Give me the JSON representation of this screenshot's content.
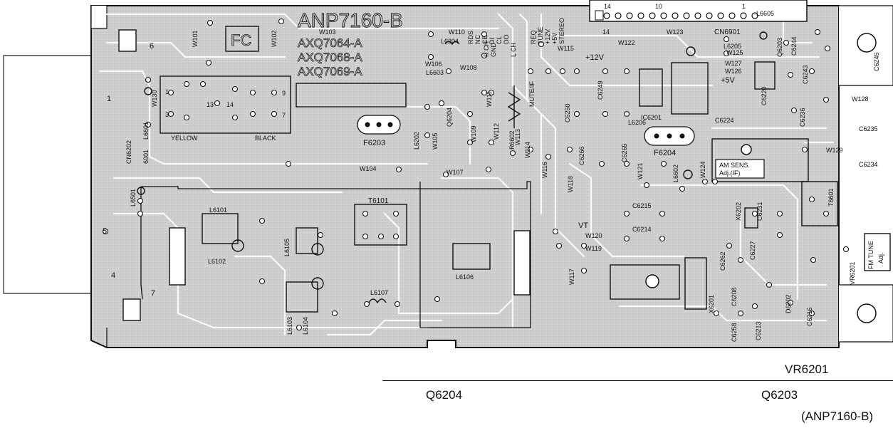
{
  "board": {
    "board_id": "ANP7160-B",
    "part_numbers": [
      "AXQ7064-A",
      "AXQ7068-A",
      "AXQ7069-A"
    ],
    "mark": "FC",
    "connector_name": "CN6901",
    "connector_pins": [
      "14",
      "10",
      "1"
    ],
    "pin_signals": [
      "RDS",
      "NC",
      "CE",
      "DI",
      "CL",
      "DO",
      "R CH",
      "GND",
      "L CH",
      "REQ",
      "TUNE",
      "+12V",
      "+5V",
      "STEREO"
    ],
    "labels": [
      {
        "id": "w103",
        "text": "W103"
      },
      {
        "id": "w101",
        "text": "W101"
      },
      {
        "id": "w102",
        "text": "W102"
      },
      {
        "id": "w110",
        "text": "W110"
      },
      {
        "id": "l6204",
        "text": "L6204"
      },
      {
        "id": "w106",
        "text": "W106"
      },
      {
        "id": "w108",
        "text": "W108"
      },
      {
        "id": "l6603",
        "text": "L6603"
      },
      {
        "id": "mute",
        "text": "MUTE/IF"
      },
      {
        "id": "w115",
        "text": "W115"
      },
      {
        "id": "w122",
        "text": "W122"
      },
      {
        "id": "w123",
        "text": "W123"
      },
      {
        "id": "n14",
        "text": "14"
      },
      {
        "id": "plus12v",
        "text": "+12V"
      },
      {
        "id": "plus5v",
        "text": "+5V"
      },
      {
        "id": "l6605",
        "text": "L6605"
      },
      {
        "id": "q6203",
        "text": "Q6203"
      },
      {
        "id": "c6244",
        "text": "C6244"
      },
      {
        "id": "l6205",
        "text": "L6205"
      },
      {
        "id": "w125",
        "text": "W125"
      },
      {
        "id": "w127",
        "text": "W127"
      },
      {
        "id": "w126",
        "text": "W126"
      },
      {
        "id": "c6245",
        "text": "C6245"
      },
      {
        "id": "c6243",
        "text": "C6243"
      },
      {
        "id": "w128",
        "text": "W128"
      },
      {
        "id": "c6220",
        "text": "C6220"
      },
      {
        "id": "c6236",
        "text": "C6236"
      },
      {
        "id": "c6235",
        "text": "C6235"
      },
      {
        "id": "w129",
        "text": "W129"
      },
      {
        "id": "c6234",
        "text": "C6234"
      },
      {
        "id": "t6601",
        "text": "T6601"
      },
      {
        "id": "q6204",
        "text": "Q6204"
      },
      {
        "id": "c6249",
        "text": "C6249"
      },
      {
        "id": "c6250",
        "text": "C6250"
      },
      {
        "id": "ic6201",
        "text": "IC6201"
      },
      {
        "id": "l6206",
        "text": "L6206"
      },
      {
        "id": "c6224",
        "text": "C6224"
      },
      {
        "id": "f6204",
        "text": "F6204"
      },
      {
        "id": "c6265",
        "text": "C6265"
      },
      {
        "id": "c6266",
        "text": "C6266"
      },
      {
        "id": "am_sens",
        "text": "AM SENS."
      },
      {
        "id": "am_adj",
        "text": "Adj.(IF)"
      },
      {
        "id": "l6602",
        "text": "L6602"
      },
      {
        "id": "w121",
        "text": "W121"
      },
      {
        "id": "w124",
        "text": "W124"
      },
      {
        "id": "w118",
        "text": "W118"
      },
      {
        "id": "w116",
        "text": "W116"
      },
      {
        "id": "w114",
        "text": "W114"
      },
      {
        "id": "w113",
        "text": "W113"
      },
      {
        "id": "w112",
        "text": "W112"
      },
      {
        "id": "w111",
        "text": "W111"
      },
      {
        "id": "r6602",
        "text": "R6602"
      },
      {
        "id": "w109",
        "text": "W109"
      },
      {
        "id": "w105",
        "text": "W105"
      },
      {
        "id": "l6202",
        "text": "L6202"
      },
      {
        "id": "f6203",
        "text": "F6203"
      },
      {
        "id": "l6601",
        "text": "L6601"
      },
      {
        "id": "w130",
        "text": "W130"
      },
      {
        "id": "n13",
        "text": "13"
      },
      {
        "id": "n14b",
        "text": "14"
      },
      {
        "id": "n9",
        "text": "9"
      },
      {
        "id": "n7",
        "text": "7"
      },
      {
        "id": "n1",
        "text": "1"
      },
      {
        "id": "n3",
        "text": "3"
      },
      {
        "id": "yellow",
        "text": "YELLOW"
      },
      {
        "id": "black",
        "text": "BLACK"
      },
      {
        "id": "cn6001",
        "text": "6001"
      },
      {
        "id": "cn6202",
        "text": "CN6202"
      },
      {
        "id": "w104",
        "text": "W104"
      },
      {
        "id": "w107",
        "text": "W107"
      },
      {
        "id": "t6101",
        "text": "T6101"
      },
      {
        "id": "l6501",
        "text": "L6501"
      },
      {
        "id": "l6101",
        "text": "L6101"
      },
      {
        "id": "l6102",
        "text": "L6102"
      },
      {
        "id": "l6105",
        "text": "L6105"
      },
      {
        "id": "l6106",
        "text": "L6106"
      },
      {
        "id": "l6107",
        "text": "L6107"
      },
      {
        "id": "l6103",
        "text": "L6103"
      },
      {
        "id": "l6104",
        "text": "L6104"
      },
      {
        "id": "vt",
        "text": "VT"
      },
      {
        "id": "w120",
        "text": "W120"
      },
      {
        "id": "w119",
        "text": "W119"
      },
      {
        "id": "w117",
        "text": "W117"
      },
      {
        "id": "c6215",
        "text": "C6215"
      },
      {
        "id": "c6214",
        "text": "C6214"
      },
      {
        "id": "x6202",
        "text": "X6202"
      },
      {
        "id": "c6231",
        "text": "C6231"
      },
      {
        "id": "c6227",
        "text": "C6227"
      },
      {
        "id": "c6262",
        "text": "C6262"
      },
      {
        "id": "x6201",
        "text": "X6201"
      },
      {
        "id": "c6208",
        "text": "C6208"
      },
      {
        "id": "d6202",
        "text": "D6202"
      },
      {
        "id": "c6213",
        "text": "C6213"
      },
      {
        "id": "c6216",
        "text": "C6216"
      },
      {
        "id": "c6258",
        "text": "C6258"
      },
      {
        "id": "vr6201",
        "text": "VR6201"
      },
      {
        "id": "fm_tune",
        "text": "FM TUNE"
      },
      {
        "id": "fm_adj",
        "text": "Adj."
      },
      {
        "id": "side1",
        "text": "1"
      },
      {
        "id": "side4",
        "text": "4"
      },
      {
        "id": "side5",
        "text": "5"
      },
      {
        "id": "side6",
        "text": "6"
      },
      {
        "id": "side7",
        "text": "7"
      }
    ]
  },
  "captions": {
    "vr6201": "VR6201",
    "q6204": "Q6204",
    "q6203": "Q6203",
    "board_ref": "(ANP7160-B)"
  }
}
